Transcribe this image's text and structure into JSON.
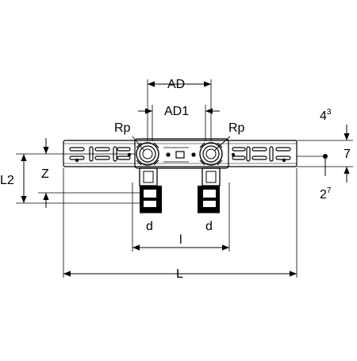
{
  "labels": {
    "ad": "AD",
    "ad1": "AD1",
    "rp_left": "Rp",
    "rp_right": "Rp",
    "l2": "L2",
    "z": "Z",
    "d_left": "d",
    "d_right": "d",
    "l_small": "l",
    "l_big": "L",
    "top_offset_base": "4",
    "top_offset_sup": "3",
    "thickness": "7",
    "bottom_offset_base": "2",
    "bottom_offset_sup": "7"
  },
  "colors": {
    "line": "#000000",
    "background": "#ffffff"
  }
}
